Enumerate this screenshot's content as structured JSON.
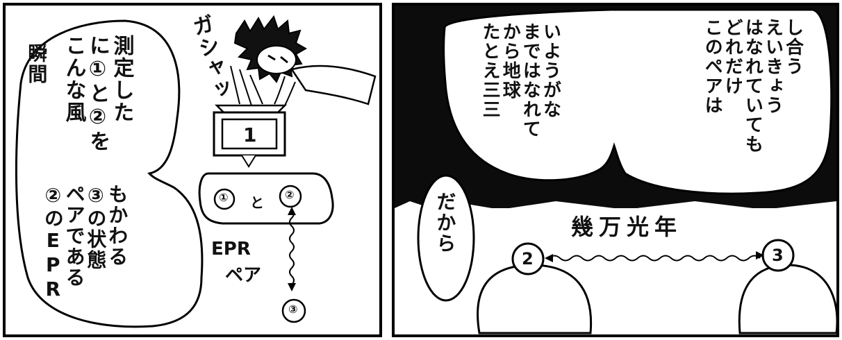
{
  "left_panel": {
    "narration": "瞬間",
    "bubble_lines": [
      "こんな風",
      "に①と②を",
      "測定した"
    ],
    "bubble_lines_2": [
      "②のEPR",
      "ペアである",
      "③の状態",
      "もかわる"
    ],
    "sfx": "ガシャッ",
    "screen_number": "1",
    "pair_label_1": "①",
    "pair_and": "と",
    "pair_label_2": "②",
    "epr_label": "EPR",
    "epr_label_2": "ペア",
    "node_3": "③"
  },
  "right_panel": {
    "big_bubble_lines": [
      "このペアは",
      "どれだけ",
      "はなれていても",
      "えいきょう",
      "し合う"
    ],
    "big_bubble_lines_2": [
      "たとえ三三",
      "から地球",
      "まではなれて",
      "いようがな"
    ],
    "small_bubble": "だから",
    "distance_label": "幾万光年",
    "node_2": "2",
    "node_3": "3"
  }
}
